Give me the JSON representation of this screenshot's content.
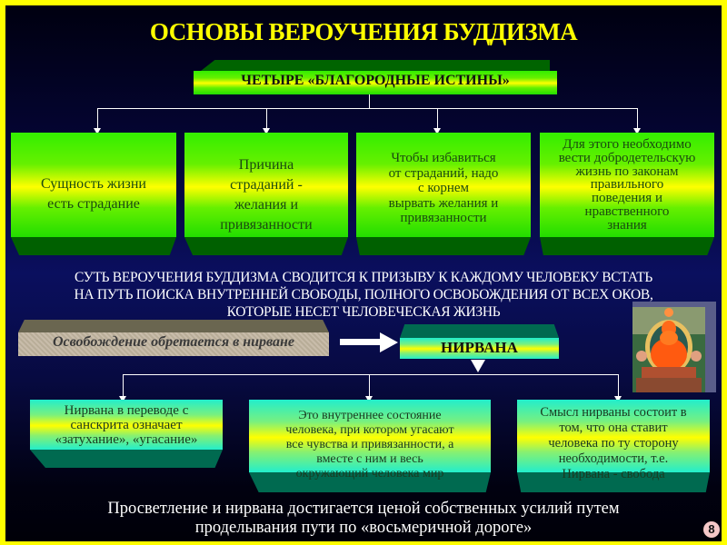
{
  "slide": {
    "title": "ОСНОВЫ ВЕРОУЧЕНИЯ БУДДИЗМА",
    "truths_header": "ЧЕТЫРЕ «БЛАГОРОДНЫЕ ИСТИНЫ»",
    "truths": [
      {
        "lines": [
          "Сущность жизни",
          "есть страдание"
        ]
      },
      {
        "lines": [
          "Причина",
          "страданий -",
          "желания и",
          "привязанности"
        ]
      },
      {
        "lines": [
          "Чтобы избавиться",
          "от страданий, надо",
          "с корнем",
          "вырвать желания и",
          "привязанности"
        ]
      },
      {
        "lines": [
          "Для этого необходимо",
          "вести добродетельскую",
          "жизнь по законам",
          "правильного",
          "поведения и",
          "нравственного",
          "знания"
        ]
      }
    ],
    "summary_lines": [
      "СУТЬ ВЕРОУЧЕНИЯ БУДДИЗМА СВОДИТСЯ К ПРИЗЫВУ К КАЖДОМУ ЧЕЛОВЕКУ ВСТАТЬ",
      "НА ПУТЬ ПОИСКА ВНУТРЕННЕЙ СВОБОДЫ, ПОЛНОГО ОСВОБОЖДЕНИЯ ОТ ВСЕХ ОКОВ,",
      "КОТОРЫЕ НЕСЕТ ЧЕЛОВЕЧЕСКАЯ ЖИЗНЬ"
    ],
    "liberation_label": "Освобождение обретается в нирване",
    "nirvana_header": "НИРВАНА",
    "nirvana_items": [
      {
        "lines": [
          "Нирвана в переводе с",
          "санскрита означает",
          "«затухание», «угасание»"
        ]
      },
      {
        "lines": [
          "Это внутреннее состояние",
          "человека, при котором угасают",
          "все чувства и привязанности, а",
          "вместе с ним и весь",
          "окружающий человека мир"
        ]
      },
      {
        "lines": [
          "Смысл нирваны состоит в",
          "том, что она ставит",
          "человека по ту сторону",
          "необходимости, т.е.",
          "Нирвана - свобода"
        ]
      }
    ],
    "footer_lines": [
      "Просветление и нирвана достигается ценой собственных усилий путем",
      "проделывания пути по «восьмеричной дороге»"
    ],
    "page_number": "8",
    "image_alt": "buddha-thangka-image"
  },
  "colors": {
    "frame": "#ffff00",
    "title": "#ffff00",
    "background": "#05063a",
    "green_face": "#66f000",
    "cyan_face": "#22eecc"
  }
}
